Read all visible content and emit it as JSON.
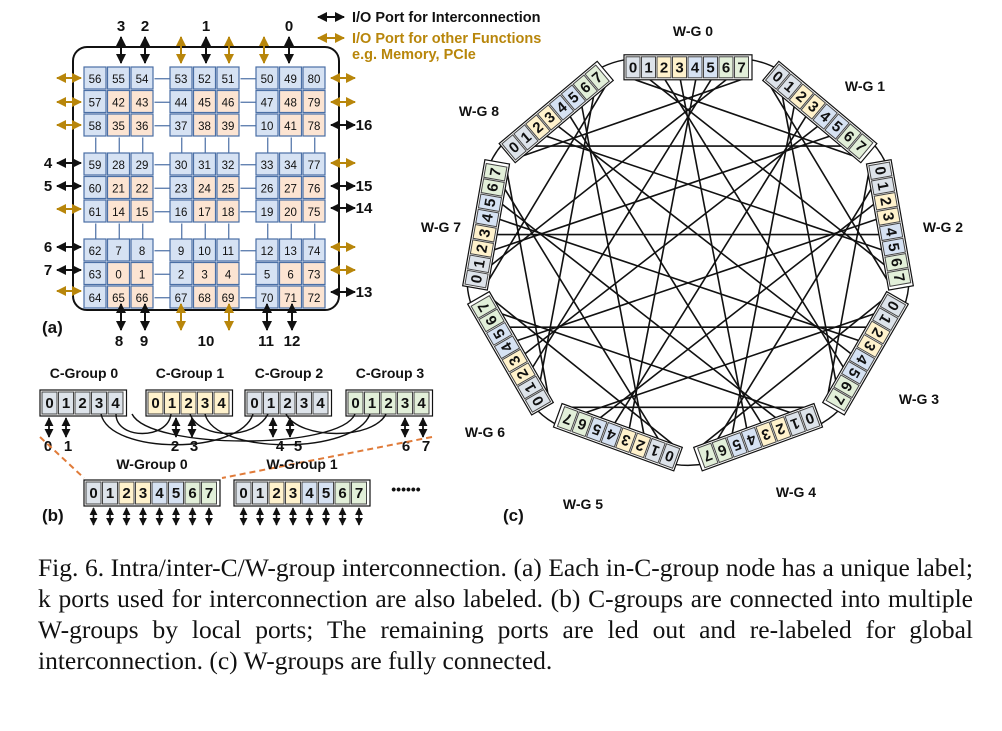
{
  "legend": {
    "interconnect": "I/O Port for Interconnection",
    "other_line1": "I/O Port for other Functions",
    "other_line2": "e.g. Memory, PCIe",
    "interconnect_color": "#111111",
    "other_color": "#b8860b"
  },
  "panel_a": {
    "label": "(a)",
    "blocks": [
      [
        "56",
        "55",
        "54",
        "57",
        "42",
        "43",
        "58",
        "35",
        "36"
      ],
      [
        "53",
        "52",
        "51",
        "44",
        "45",
        "46",
        "37",
        "38",
        "39"
      ],
      [
        "50",
        "49",
        "80",
        "47",
        "48",
        "79",
        "10",
        "41",
        "78"
      ],
      [
        "59",
        "28",
        "29",
        "60",
        "21",
        "22",
        "61",
        "14",
        "15"
      ],
      [
        "30",
        "31",
        "32",
        "23",
        "24",
        "25",
        "16",
        "17",
        "18"
      ],
      [
        "33",
        "34",
        "77",
        "26",
        "27",
        "76",
        "19",
        "20",
        "75"
      ],
      [
        "62",
        "7",
        "8",
        "63",
        "0",
        "1",
        "64",
        "65",
        "66"
      ],
      [
        "9",
        "10",
        "11",
        "2",
        "3",
        "4",
        "67",
        "68",
        "69"
      ],
      [
        "12",
        "13",
        "74",
        "5",
        "6",
        "73",
        "70",
        "71",
        "72"
      ]
    ],
    "top_ports": [
      "3",
      "2",
      "1",
      "0"
    ],
    "left_ports": [
      "4",
      "5",
      "6",
      "7"
    ],
    "right_ports": [
      "16",
      "15",
      "14",
      "13"
    ],
    "bottom_ports": [
      "8",
      "9",
      "10",
      "11",
      "12"
    ],
    "colors": {
      "blue": "#d6e2f3",
      "peach": "#fce4d2",
      "frame": "#111111"
    }
  },
  "panel_b": {
    "label": "(b)",
    "cgroups": [
      {
        "title": "C-Group 0",
        "color": "#dde3ea"
      },
      {
        "title": "C-Group 1",
        "color": "#fff2cc"
      },
      {
        "title": "C-Group 2",
        "color": "#dde3ea"
      },
      {
        "title": "C-Group 3",
        "color": "#e2efd9"
      }
    ],
    "cgroup_ports": [
      "0",
      "1",
      "2",
      "3",
      "4"
    ],
    "port_labels": [
      "0",
      "1",
      "2",
      "3",
      "4",
      "5",
      "6",
      "7"
    ],
    "wgroups": [
      "W-Group 0",
      "W-Group 1"
    ],
    "ellipsis": "••••••",
    "dashed_color": "#e07b39"
  },
  "panel_c": {
    "label": "(c)",
    "wgroups": [
      "W-G 0",
      "W-G 1",
      "W-G 2",
      "W-G 3",
      "W-G 4",
      "W-G 5",
      "W-G 6",
      "W-G 7",
      "W-G 8"
    ]
  },
  "wgroup_ports": [
    "0",
    "1",
    "2",
    "3",
    "4",
    "5",
    "6",
    "7"
  ],
  "wgroup_colors": [
    "#dde3ea",
    "#dde3ea",
    "#fff2cc",
    "#fff2cc",
    "#d6e2f3",
    "#d6e2f3",
    "#e2efd9",
    "#e2efd9"
  ],
  "caption": "Fig. 6.  Intra/inter-C/W-group interconnection. (a) Each in-C-group node has a unique label; k ports used for interconnection are also labeled. (b) C-groups are connected into multiple W-groups by local ports; The remaining ports are led out and re-labeled for global interconnection. (c) W-groups are fully connected."
}
